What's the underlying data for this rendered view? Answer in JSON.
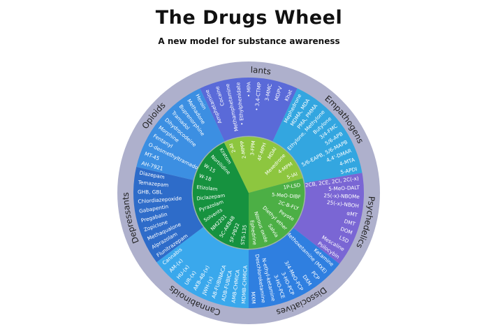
{
  "title": "The Drugs Wheel",
  "subtitle": "A new model for substance awareness",
  "ring_color": "#aeb0cc",
  "divider_color": "#ffffff",
  "categories": [
    {
      "name": "Stimulants",
      "color": "#5a6ad8",
      "start": 335,
      "end": 25,
      "read": "out",
      "items": [
        "Amphetamine",
        "Cocaine",
        "Methamphetamine",
        "• Ethylphenidate",
        "• MPA",
        "• 3,4-CTMP",
        "3-MMC",
        "MDPV",
        "Khat"
      ]
    },
    {
      "name": "Empathogens",
      "color": "#33a6e0",
      "start": 25,
      "end": 80,
      "read": "out",
      "items": [
        "Mephedrone",
        "MDMA, MDA",
        "PMA, PMMA",
        "Ethylone, Methylone",
        "Butylone",
        "3/4-FMC",
        "5/6-APB",
        "5/6-EAPB, 5/6-MAPB",
        "4,4'-DMAR",
        "4-MTA",
        "5-APDI"
      ]
    },
    {
      "name": "Psychedelics",
      "color": "#7a66d4",
      "start": 80,
      "end": 128,
      "read": "out",
      "items": [
        "2CB, 2CE, 2CI, 2C(-x)",
        "5-MeO-DALT",
        "25(-x)-NBOMe",
        "25(-x)-NBOH",
        "αMT",
        "DMT",
        "DOM",
        "LSD",
        "Mescaline",
        "Psilocybin"
      ]
    },
    {
      "name": "Dissociatives",
      "color": "#2f7fe0",
      "start": 128,
      "end": 180,
      "read": "out",
      "items": [
        "Ketamine",
        "Methoxetamine (MXE)",
        "PCP",
        "DXM",
        "3/4-MeO-PCP",
        "3-HO-PCP",
        "3-HO-PCE",
        "N-ethyl-ketamine",
        "Deschloroketamine",
        "MXM"
      ]
    },
    {
      "name": "Cannabinoids",
      "color": "#3aa8ec",
      "start": 180,
      "end": 233,
      "read": "in",
      "items": [
        "MDMB-CHMICA",
        "AMB-CHMICA",
        "ADB-FUBICA",
        "AB-FUBINACA",
        "JWH-(x)",
        "AKB-48-(x)",
        "UR-(x)",
        "HU-(x)",
        "AM-(x)",
        "Cannabis"
      ]
    },
    {
      "name": "Depressants",
      "color": "#2e6cc9",
      "start": 233,
      "end": 283,
      "read": "in",
      "items": [
        "Flunitrazepam",
        "Alprazolam",
        "Methaqualone",
        "Zopiclone",
        "Pregabalin",
        "Gabapentin",
        "Chlordiazepoxide",
        "GHB, GBL",
        "Temazepam",
        "Diazepam"
      ]
    },
    {
      "name": "Opioids",
      "color": "#3c8fe2",
      "start": 283,
      "end": 335,
      "read": "in",
      "items": [
        "AH-7921",
        "MT-45",
        "O-desmethyltramadol",
        "Fentanyl",
        "Morphine",
        "Dihydrocodeine",
        "Tramadol",
        "Buprenorphine",
        "Methadone",
        "Heroin"
      ]
    }
  ],
  "inner_sections": [
    {
      "color": "#16923f",
      "start": 180,
      "end": 334,
      "read": "in",
      "items": [
        "STS-135",
        "5F-PB22",
        "5C-AKB48",
        "NM2201",
        "Solvents",
        "Pyrazolam",
        "Diclazepam",
        "Etizolam",
        "W-18",
        "W-15",
        "Nortilidine",
        "Kratom"
      ]
    },
    {
      "color": "#8dc63f",
      "start": 334,
      "end": 75,
      "read": "out",
      "items": [
        "2-AI",
        "2-MPPP",
        "3-FPM",
        "4F-MPH",
        "MDAI",
        "Mexedrone",
        "4-MPM",
        "5-IAI"
      ]
    },
    {
      "color": "#4caf45",
      "start": 75,
      "end": 180,
      "read": "out",
      "items": [
        "1P-LSD",
        "5-MeO-DIBF",
        "2C-B-FLY",
        "Peyote",
        "Diethyl ether",
        "Salvia",
        "Nitrous oxide",
        "Ephedrine"
      ]
    }
  ]
}
